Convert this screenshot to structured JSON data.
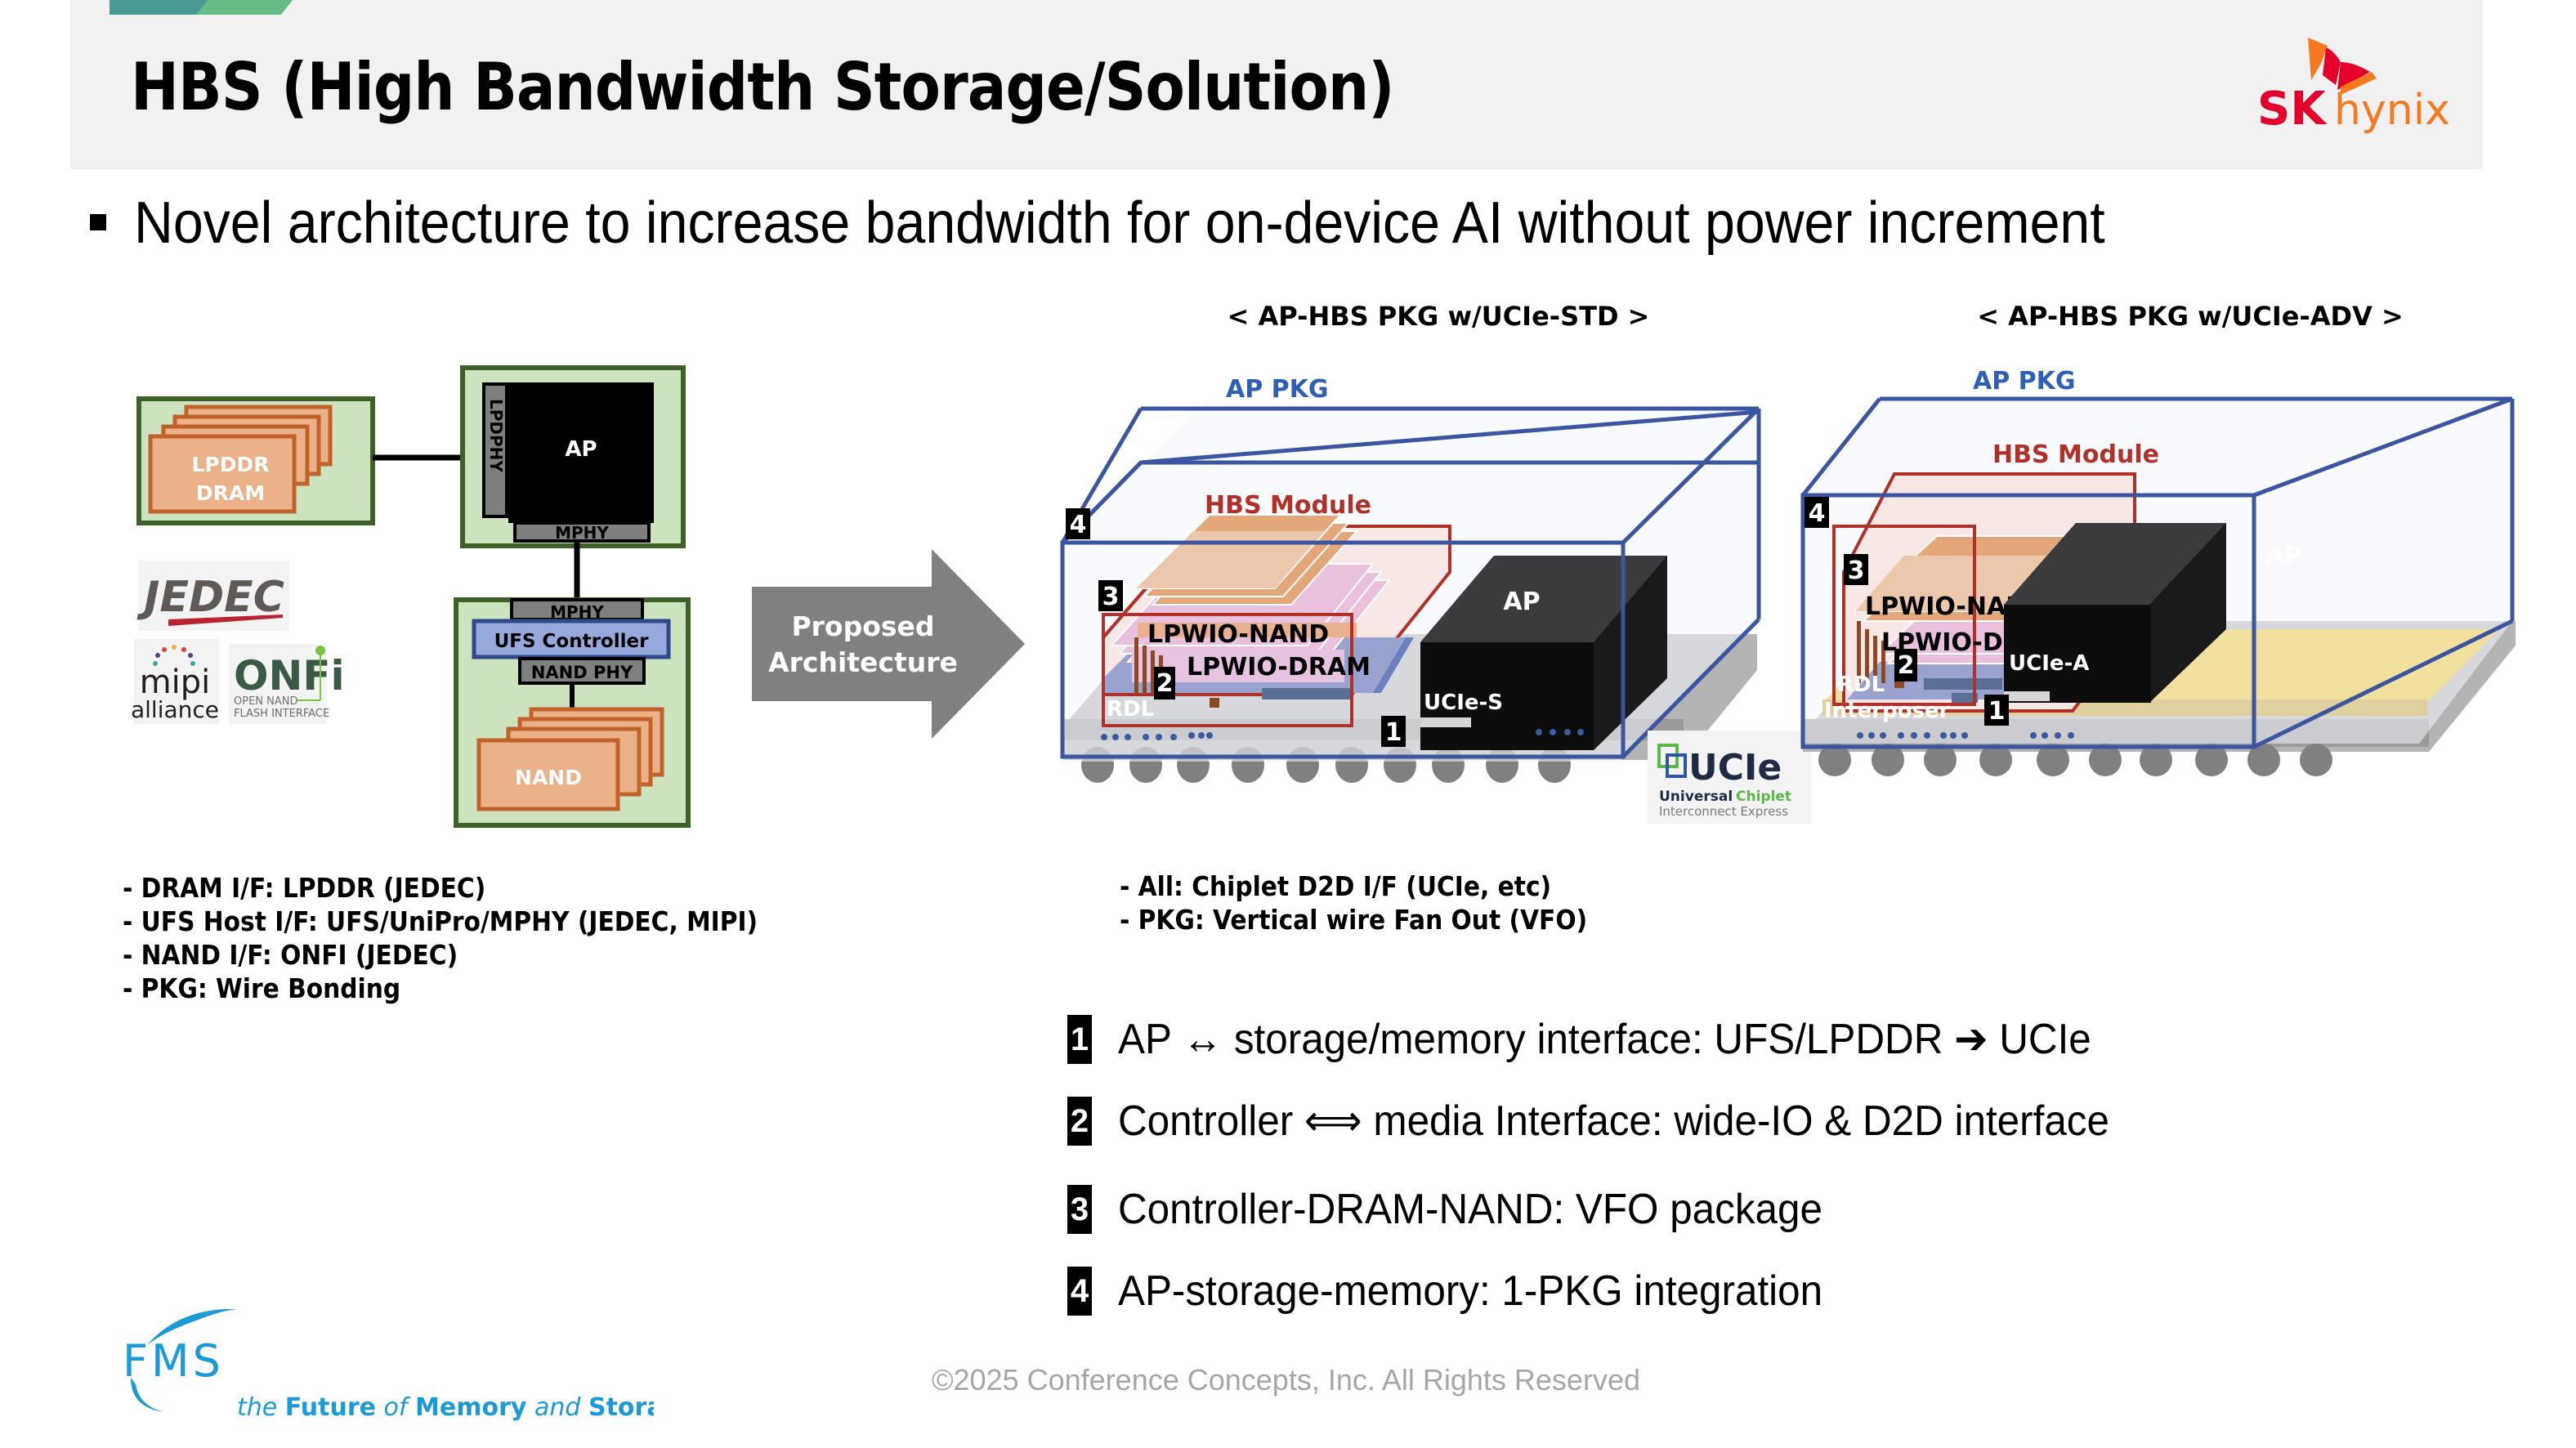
{
  "header": {
    "title": "HBS (High Bandwidth Storage/Solution)",
    "logo": {
      "brand_prefix": "SK",
      "brand_suffix": "hynix",
      "icon": "sk-butterfly-icon"
    },
    "colors": {
      "band": "#f1f1f1",
      "accent_teal": "#4a9a96",
      "accent_green": "#66bb84",
      "sk_red": "#e4002b",
      "sk_orange": "#f47920"
    }
  },
  "lead": {
    "bullet_icon": "square-bullet-icon",
    "text": "Novel architecture to increase bandwidth for on-device AI without power increment"
  },
  "legacy_diagram": {
    "dram_block": {
      "line1": "LPDDR",
      "line2": "DRAM"
    },
    "ap_block": {
      "label": "AP",
      "lpdphy": "LPDPHY",
      "mphy": "MPHY"
    },
    "ufs_block": {
      "mphy": "MPHY",
      "controller": "UFS Controller",
      "nand_phy": "NAND PHY",
      "nand": "NAND"
    },
    "logos": {
      "jedec": "JEDEC",
      "mipi": {
        "line1": "mipi",
        "line2": "alliance"
      },
      "onfi": {
        "mark": "ONFi",
        "line1": "OPEN NAND",
        "line2": "FLASH INTERFACE"
      }
    },
    "colors": {
      "module_bg": "#cde3bf",
      "module_border": "#3e6128",
      "chip_fill": "#ebb189",
      "chip_border": "#c0622a",
      "phy_gray": "#7f7f7f",
      "controller_fill": "#97a9dc",
      "controller_border": "#2e4a8a"
    }
  },
  "arrow": {
    "line1": "Proposed",
    "line2": "Architecture",
    "color": "#808080"
  },
  "pkg_std": {
    "title": "< AP-HBS PKG w/UCIe-STD >",
    "ap_pkg_label": "AP PKG",
    "hbs_module_label": "HBS Module",
    "nand_label": "LPWIO-NAND",
    "dram_label": "LPWIO-DRAM",
    "rdl_label": "RDL",
    "ap_label": "AP",
    "ucie_label": "UCIe-S",
    "markers": [
      "1",
      "2",
      "3",
      "4"
    ]
  },
  "pkg_adv": {
    "title": "< AP-HBS PKG w/UCIe-ADV >",
    "ap_pkg_label": "AP PKG",
    "hbs_module_label": "HBS Module",
    "nand_label": "LPWIO-NAND",
    "dram_label": "LPWIO-DRAM",
    "rdl_label": "RDL",
    "interposer_label": "Interposer",
    "ap_label": "AP",
    "ucie_label": "UCIe-A",
    "markers": [
      "1",
      "2",
      "3",
      "4"
    ]
  },
  "ucie_logo": {
    "mark": "UCIe",
    "line1a": "Universal",
    "line1b": "Chiplet",
    "line2": "Interconnect Express"
  },
  "left_notes": [
    "- DRAM I/F: LPDDR (JEDEC)",
    "- UFS Host I/F: UFS/UniPro/MPHY (JEDEC, MIPI)",
    "- NAND I/F: ONFI (JEDEC)",
    "- PKG: Wire Bonding"
  ],
  "mid_notes": [
    "- All: Chiplet D2D I/F (UCIe, etc)",
    "- PKG: Vertical wire Fan Out (VFO)"
  ],
  "numbered_list": [
    {
      "num": "1",
      "text": "AP ↔ storage/memory interface: UFS/LPDDR ➔ UCIe"
    },
    {
      "num": "2",
      "text": "Controller ⟺ media Interface: wide-IO & D2D interface"
    },
    {
      "num": "3",
      "text": "Controller-DRAM-NAND: VFO package"
    },
    {
      "num": "4",
      "text": "AP-storage-memory: 1-PKG integration"
    }
  ],
  "footer": {
    "fms_mark": "FMS",
    "fms_tagline": {
      "w1": "the",
      "w2": "Future",
      "w3": "of",
      "w4": "Memory",
      "w5": "and",
      "w6": "Storage"
    },
    "copyright": "©2025 Conference Concepts, Inc. All Rights Reserved",
    "fms_color": "#1a9ad6"
  }
}
